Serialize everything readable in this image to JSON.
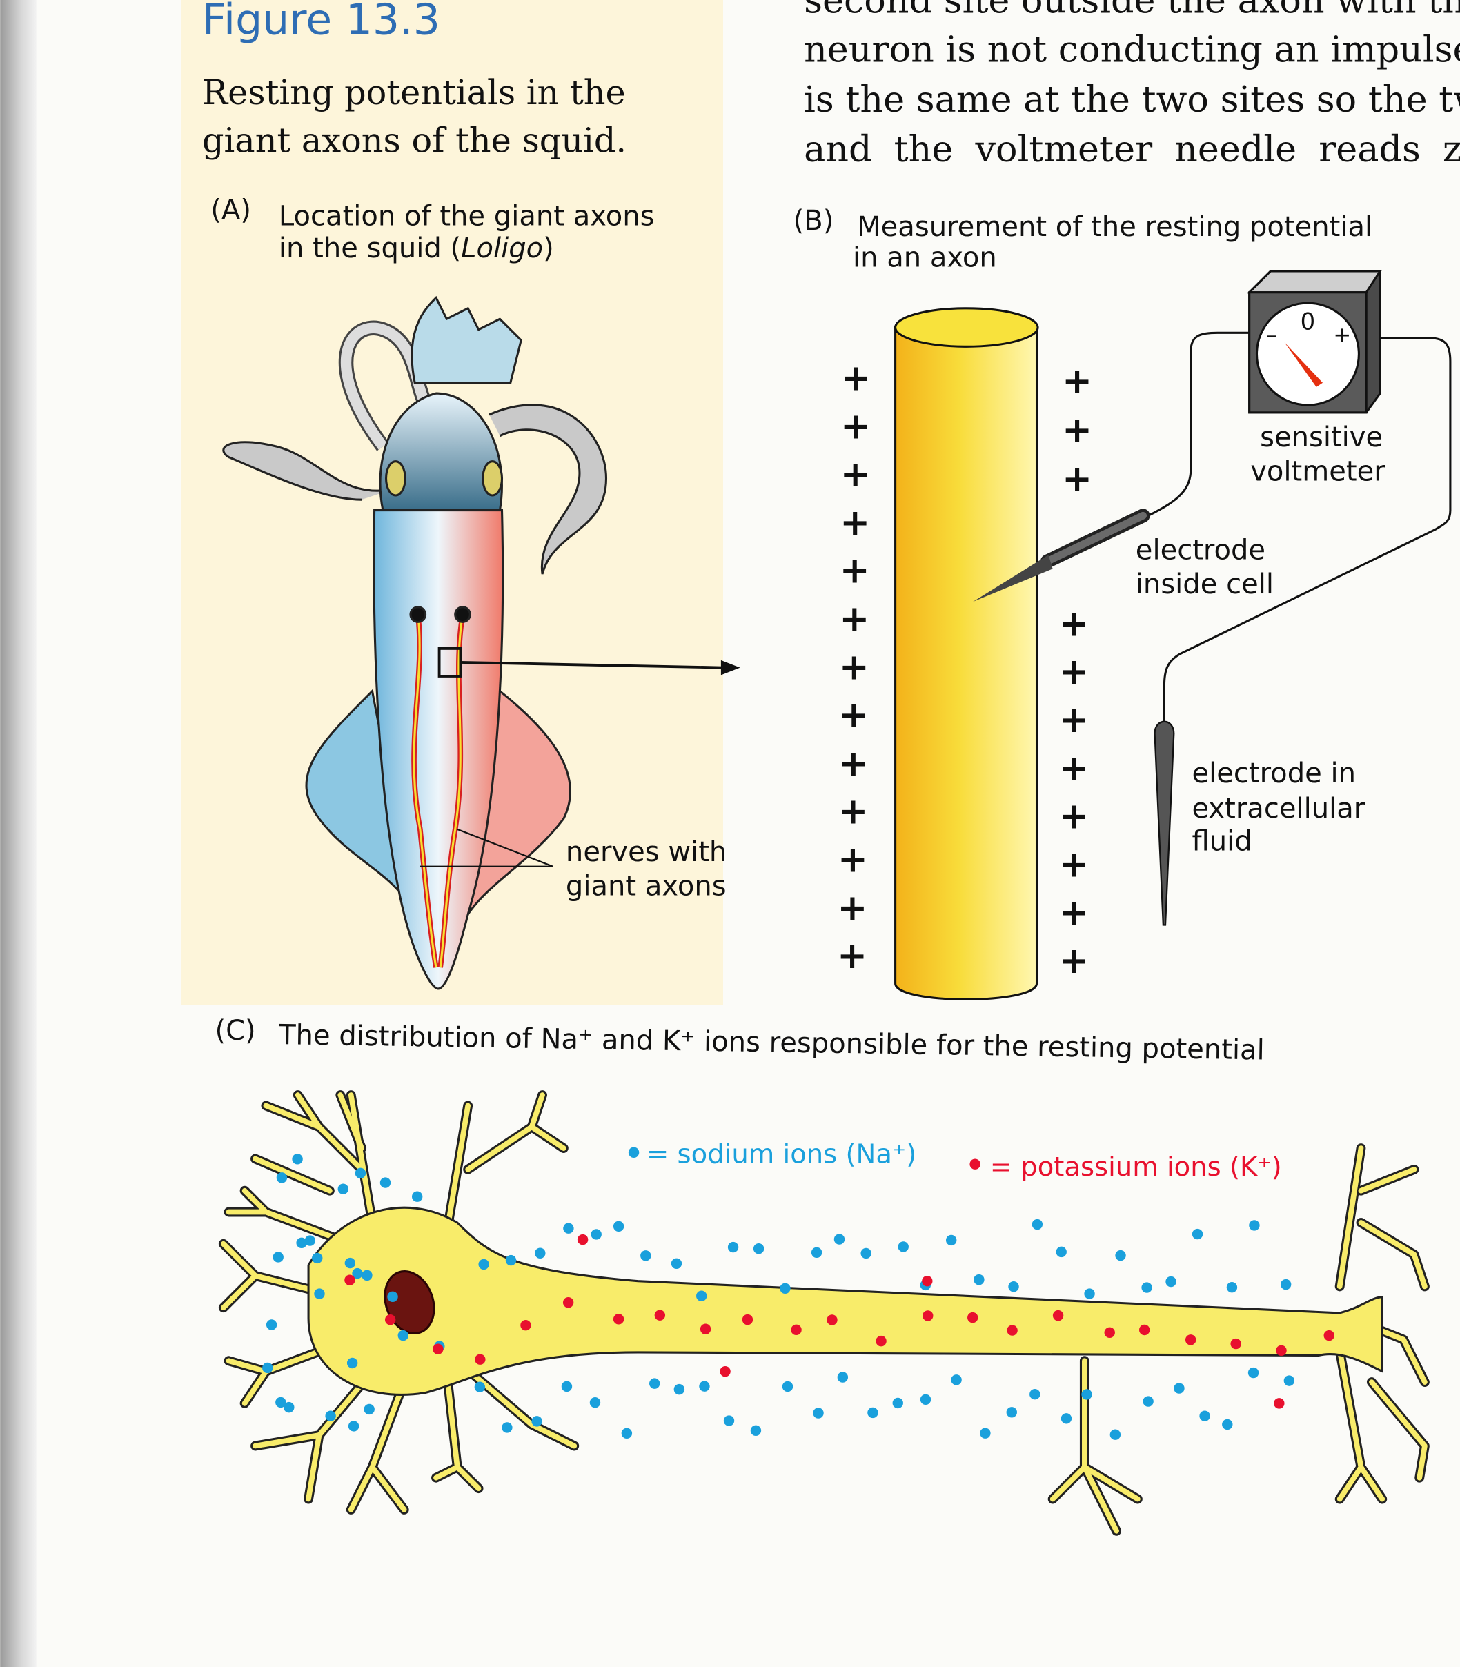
{
  "figure": {
    "number": "Figure 13.3",
    "caption_line1": "Resting potentials in the",
    "caption_line2": "giant axons of the squid."
  },
  "body_text": {
    "lines": [
      "second site outside the axon with th",
      "neuron is not conducting an impulse",
      "is the same at the two sites so the two",
      "and the voltmeter needle reads zer"
    ]
  },
  "panel_a": {
    "letter": "(A)",
    "title_line1": "Location of the giant axons",
    "title_line2_prefix": "in the squid (",
    "title_line2_italic": "Loligo",
    "title_line2_suffix": ")",
    "label_line1": "nerves with",
    "label_line2": "giant axons"
  },
  "panel_b": {
    "letter": "(B)",
    "title_line1": "Measurement of the resting potential",
    "title_line2": "in an axon",
    "voltmeter_label_line1": "sensitive",
    "voltmeter_label_line2": "voltmeter",
    "dial_zero": "0",
    "dial_minus": "–",
    "dial_plus": "+",
    "electrode_inside_line1": "electrode",
    "electrode_inside_line2": "inside cell",
    "electrode_outside_line1": "electrode in",
    "electrode_outside_line2": "extracellular",
    "electrode_outside_line3": "fluid",
    "plus_sign": "+"
  },
  "panel_c": {
    "letter": "(C)",
    "title": "The distribution of Na⁺ and K⁺ ions responsible for the resting potential",
    "legend_sodium": "= sodium ions (Na⁺)",
    "legend_potassium": "= potassium ions (K⁺)"
  },
  "colors": {
    "figure_blue": "#2e6db4",
    "sodium": "#1aa0dc",
    "potassium": "#e8102e",
    "axon_yellow": "#f8e44a",
    "panel_cream": "#fdf5da"
  }
}
